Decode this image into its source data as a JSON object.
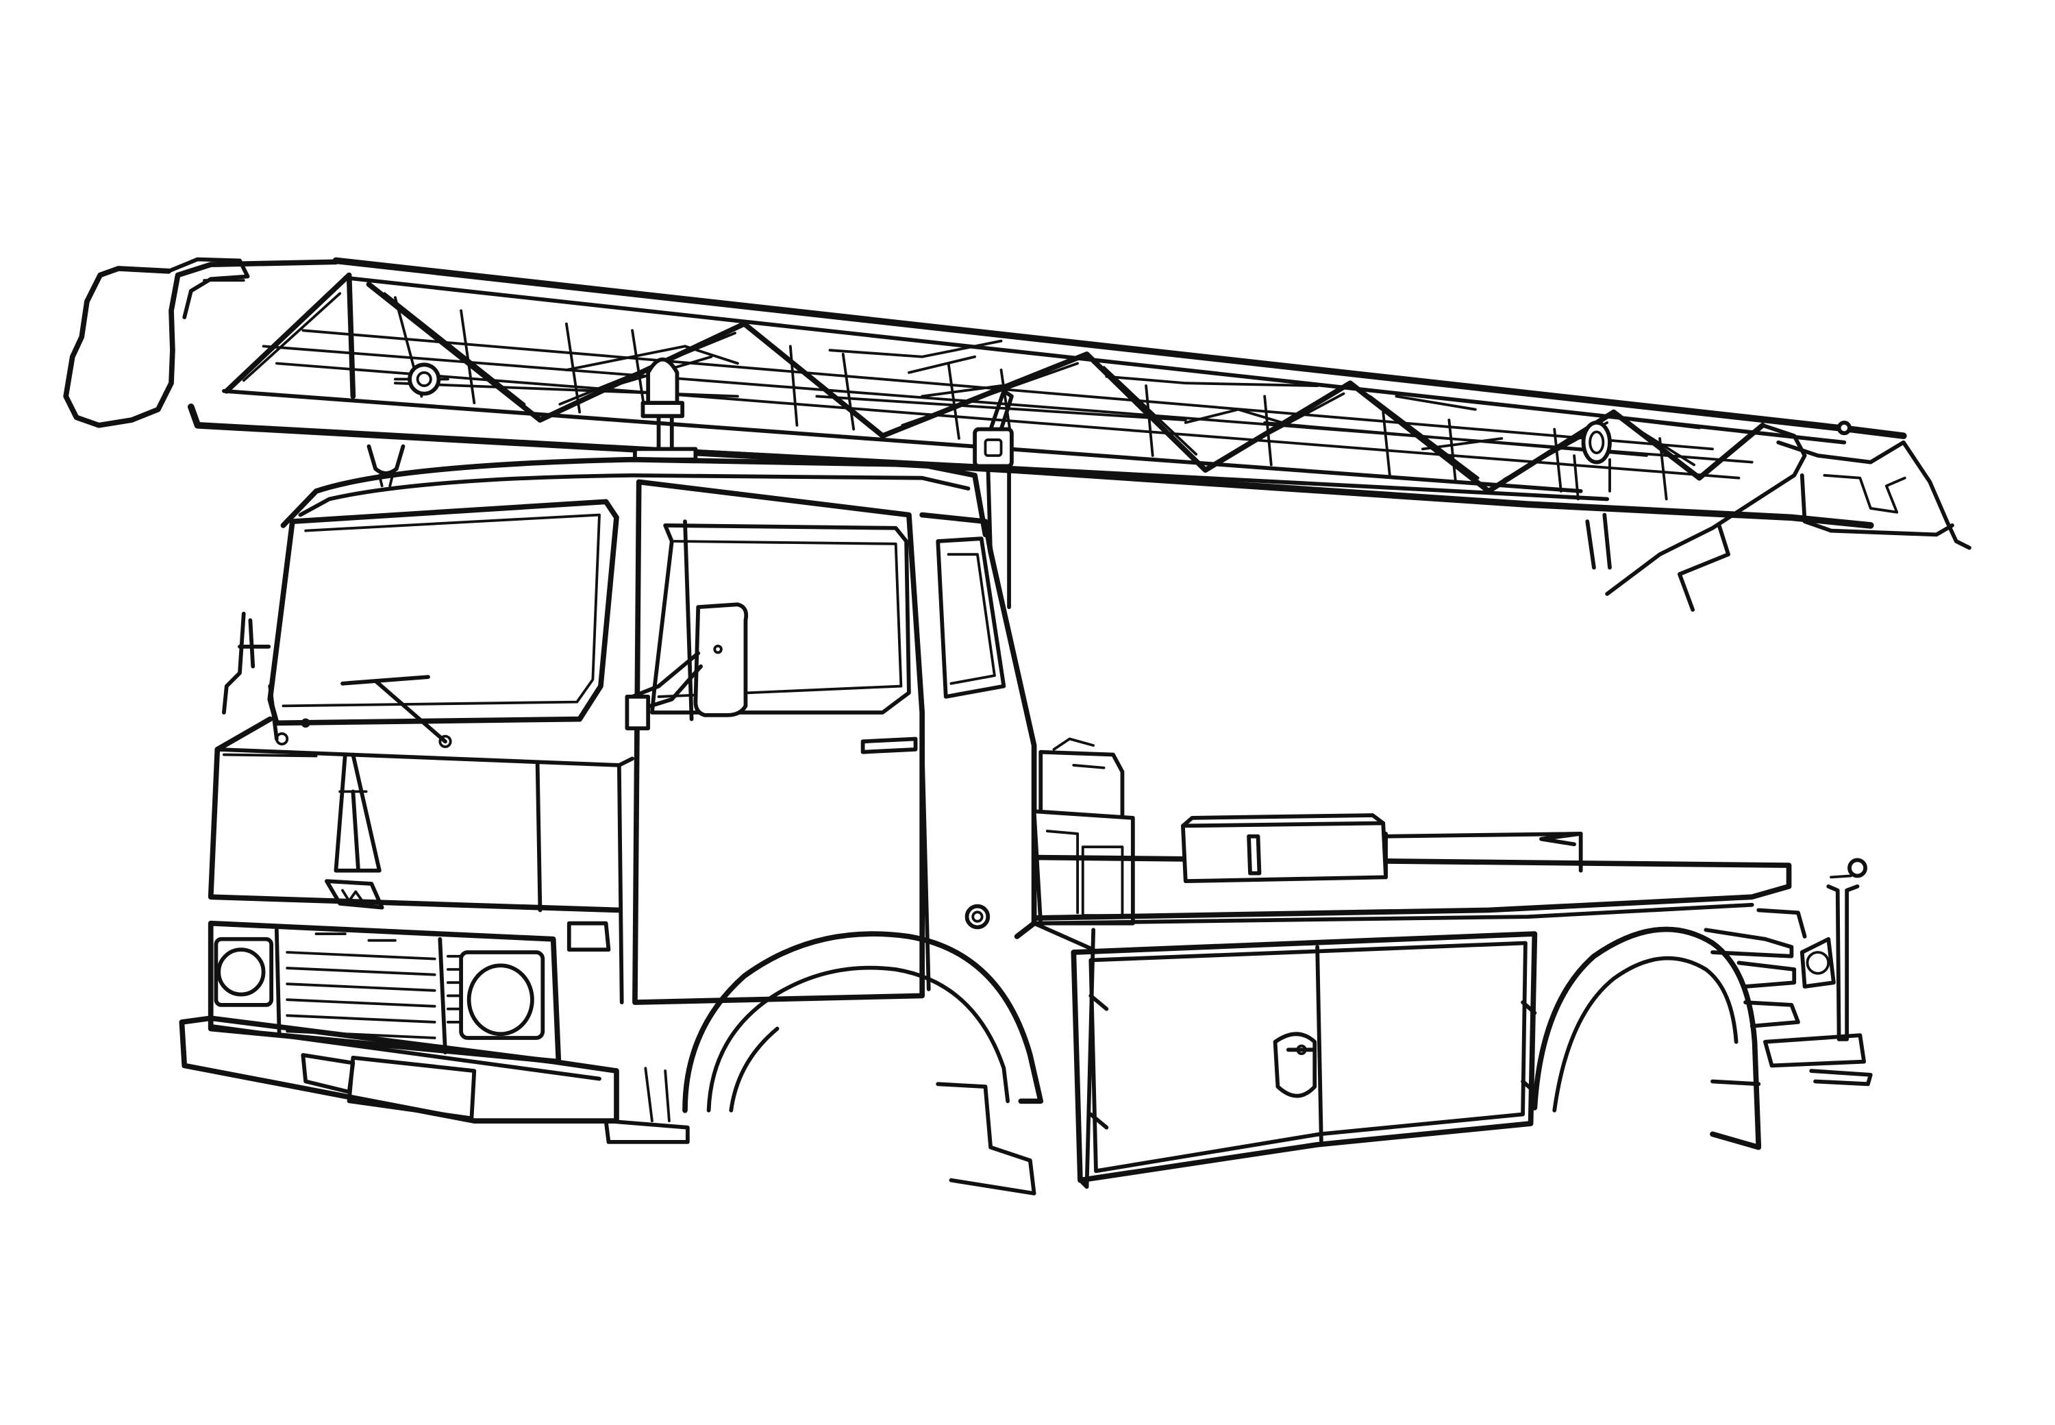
{
  "colors": {
    "background": "#ffffff",
    "line": "#111111"
  },
  "subject": {
    "type": "fire-truck-with-turntable-ladder",
    "style": "line-art",
    "emblem": "magirus-m-emblem"
  }
}
